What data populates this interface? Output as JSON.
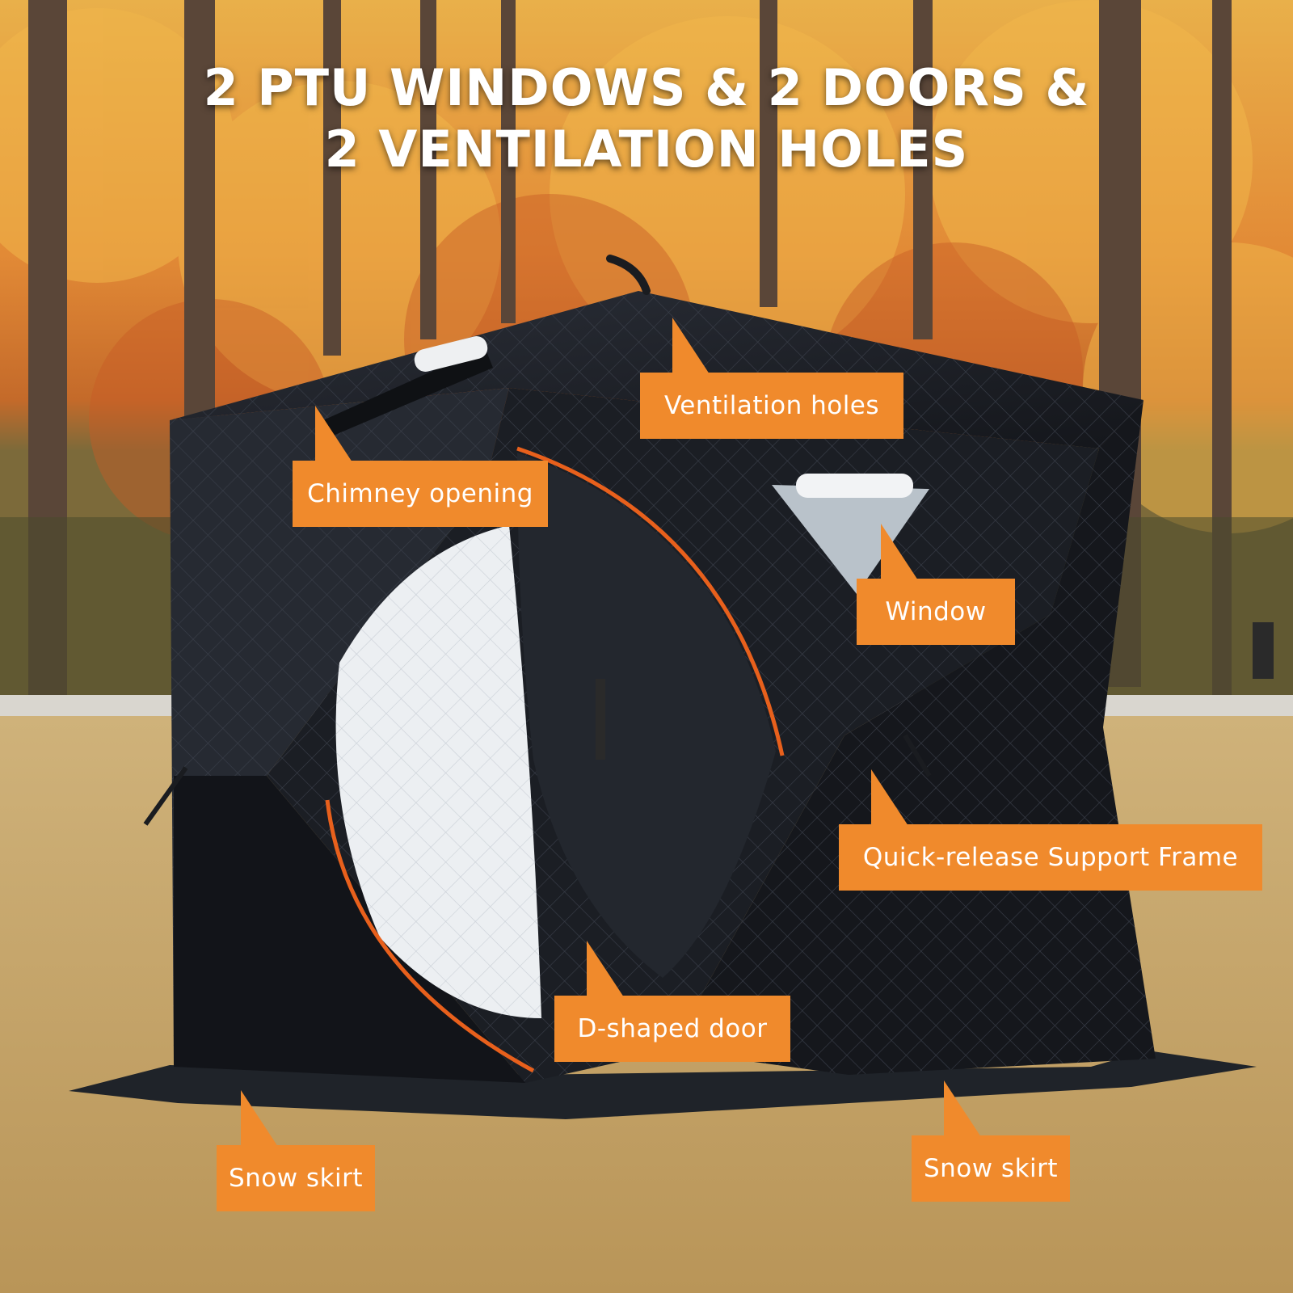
{
  "headline": {
    "line1": "2 PTU WINDOWS & 2 DOORS &",
    "line2": "2 VENTILATION HOLES"
  },
  "callouts": {
    "ventilation": "Ventilation holes",
    "chimney": "Chimney opening",
    "window": "Window",
    "frame": "Quick-release Support Frame",
    "door": "D-shaped door",
    "skirt_left": "Snow skirt",
    "skirt_right": "Snow skirt"
  },
  "colors": {
    "accent": "#f08a2c",
    "tent_fabric": "#1c1f26",
    "zipper": "#e8601c",
    "sky_foliage": "#e59a2e",
    "ground": "#c9a96c"
  }
}
